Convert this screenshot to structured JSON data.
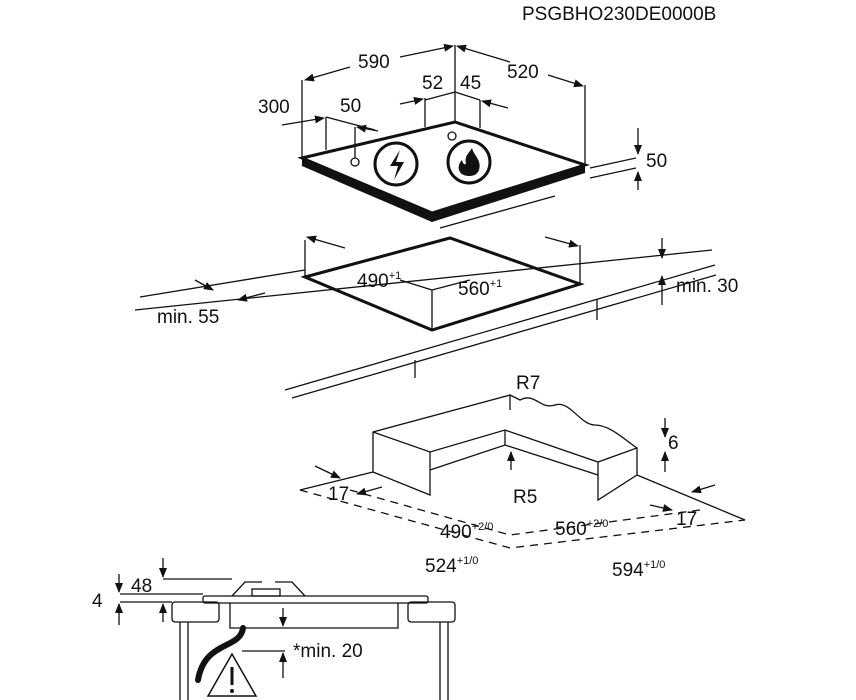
{
  "drawing_code": "PSGBHO230DE0000B",
  "hob": {
    "width": "590",
    "depth": "520",
    "dim_52": "52",
    "dim_45": "45",
    "dim_300": "300",
    "dim_50_left": "50",
    "height_50": "50"
  },
  "cutout": {
    "depth": "490",
    "depth_tol": "+1",
    "width": "560",
    "width_tol": "+1",
    "min_back": "min. 30",
    "min_front": "min. 55"
  },
  "corner": {
    "radius_outer": "R7",
    "radius_inner": "R5",
    "depth_6": "6",
    "edge_left": "17",
    "edge_right": "17",
    "inner_depth": "490",
    "inner_depth_tol": "+2/0",
    "inner_width": "560",
    "inner_width_tol": "+2/0",
    "outer_depth": "524",
    "outer_depth_tol": "+1/0",
    "outer_width": "594",
    "outer_width_tol": "+1/0"
  },
  "section": {
    "dim_4": "4",
    "dim_48": "48",
    "min_clearance": "*min. 20"
  }
}
